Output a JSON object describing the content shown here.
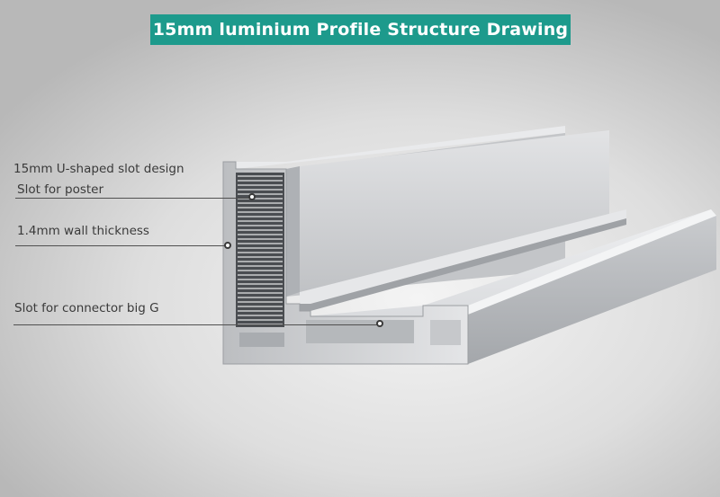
{
  "title": "15mm luminium Profile Structure Drawing",
  "callouts": {
    "u_slot": "15mm U-shaped slot design",
    "poster_slot": "Slot for poster",
    "wall": "1.4mm wall thickness",
    "connector": "Slot for connector big G"
  },
  "colors": {
    "banner": "#1d9a8c",
    "aluminium": "#d4d6d9",
    "aluminium_dark": "#9ea1a5"
  }
}
